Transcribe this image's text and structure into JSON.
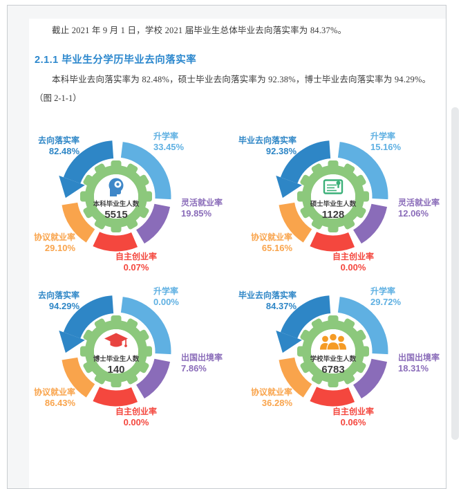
{
  "document": {
    "paragraph1": "截止 2021 年 9 月 1 日，学校 2021 届毕业生总体毕业去向落实率为 84.37%。",
    "heading": "2.1.1 毕业生分学历毕业去向落实率",
    "paragraph2": "本科毕业去向落实率为 82.48%，硕士毕业去向落实率为 92.38%，博士毕业去向落实率为 94.29%。",
    "figure_ref": "（图 2-1-1）"
  },
  "colors": {
    "heading_blue": "#2b87cd",
    "body_text": "#3a3a3a",
    "arrow_blue": "#2e86c6",
    "light_blue": "#5fb0e2",
    "purple": "#8a6cb9",
    "red": "#f4473e",
    "orange": "#f9a44c",
    "gear_green": "#8cc87c",
    "page_gutter": "#f5f6f7",
    "frame_border": "#c8ccd0"
  },
  "chart_data": [
    {
      "type": "pie",
      "variant": "gear-ring-infographic",
      "center": {
        "title": "本科毕业生人数",
        "count": "5515"
      },
      "icon": "head-brain-icon",
      "segments": [
        {
          "label": "去向落实率",
          "value": "82.48%",
          "position": "top-left",
          "color": "#2e86c6",
          "style": "arrow"
        },
        {
          "label": "升学率",
          "value": "33.45%",
          "position": "top-right",
          "color": "#5fb0e2"
        },
        {
          "label": "灵活就业率",
          "value": "19.85%",
          "position": "right",
          "color": "#8a6cb9"
        },
        {
          "label": "协议就业率",
          "value": "29.10%",
          "position": "bottom-left",
          "color": "#f9a44c"
        },
        {
          "label": "自主创业率",
          "value": "0.07%",
          "position": "bottom",
          "color": "#f4473e"
        }
      ]
    },
    {
      "type": "pie",
      "variant": "gear-ring-infographic",
      "center": {
        "title": "硕士毕业生人数",
        "count": "1128"
      },
      "icon": "certificate-icon",
      "segments": [
        {
          "label": "毕业去向落实率",
          "value": "92.38%",
          "position": "top-left",
          "color": "#2e86c6",
          "style": "arrow"
        },
        {
          "label": "升学率",
          "value": "15.16%",
          "position": "top-right",
          "color": "#5fb0e2"
        },
        {
          "label": "灵活就业率",
          "value": "12.06%",
          "position": "right",
          "color": "#8a6cb9"
        },
        {
          "label": "协议就业率",
          "value": "65.16%",
          "position": "bottom-left",
          "color": "#f9a44c"
        },
        {
          "label": "自主创业率",
          "value": "0.00%",
          "position": "bottom",
          "color": "#f4473e"
        }
      ]
    },
    {
      "type": "pie",
      "variant": "gear-ring-infographic",
      "center": {
        "title": "博士毕业生人数",
        "count": "140"
      },
      "icon": "graduation-cap-icon",
      "segments": [
        {
          "label": "去向落实率",
          "value": "94.29%",
          "position": "top-left",
          "color": "#2e86c6",
          "style": "arrow"
        },
        {
          "label": "升学率",
          "value": "0.00%",
          "position": "top-right",
          "color": "#5fb0e2"
        },
        {
          "label": "出国出境率",
          "value": "7.86%",
          "position": "right",
          "color": "#8a6cb9"
        },
        {
          "label": "协议就业率",
          "value": "86.43%",
          "position": "bottom-left",
          "color": "#f9a44c"
        },
        {
          "label": "自主创业率",
          "value": "0.00%",
          "position": "bottom",
          "color": "#f4473e"
        }
      ]
    },
    {
      "type": "pie",
      "variant": "gear-ring-infographic",
      "center": {
        "title": "学校毕业生人数",
        "count": "6783"
      },
      "icon": "people-group-icon",
      "segments": [
        {
          "label": "毕业去向落实率",
          "value": "84.37%",
          "position": "top-left",
          "color": "#2e86c6",
          "style": "arrow"
        },
        {
          "label": "升学率",
          "value": "29.72%",
          "position": "top-right",
          "color": "#5fb0e2"
        },
        {
          "label": "出国出境率",
          "value": "18.31%",
          "position": "right",
          "color": "#8a6cb9"
        },
        {
          "label": "协议就业率",
          "value": "36.28%",
          "position": "bottom-left",
          "color": "#f9a44c"
        },
        {
          "label": "自主创业率",
          "value": "0.06%",
          "position": "bottom",
          "color": "#f4473e"
        }
      ]
    }
  ]
}
